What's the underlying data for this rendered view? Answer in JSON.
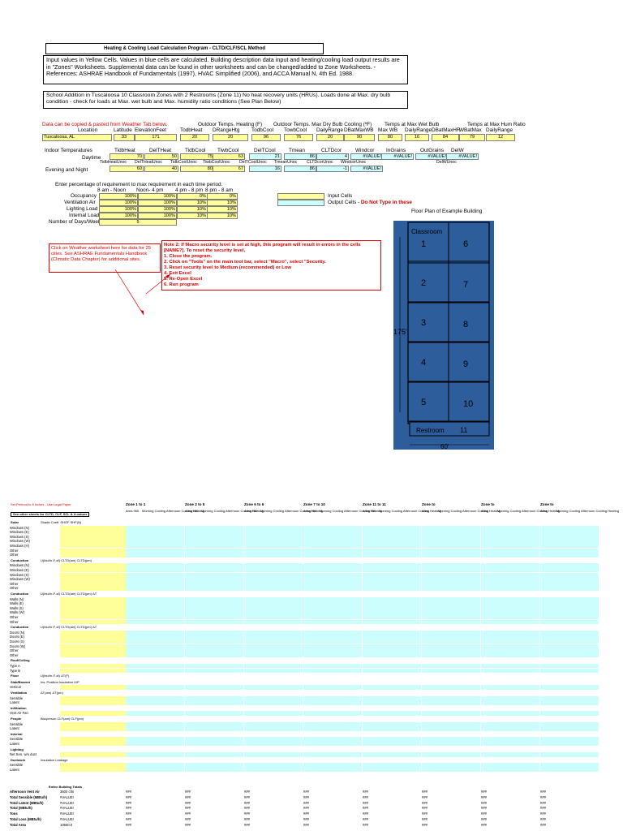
{
  "header": {
    "title": "Heating & Cooling Load Calculation Program - CLTD/CLF/SCL Method",
    "intro": "Input values in Yellow Cells. Values in blue cells are calculated. Building description data input and heating/cooling load output results are in \"Zones\" Worksheets. Supplemental data can be found in other worksheets and can be changed/added to Zone Worksheets. - References: ASHRAE Handbook of Fundamentals (1997), HVAC Simplified (2006), and ACCA Manual N, 4th Ed. 1988.",
    "description": "School Addition in Tuscaloosa 10 Classroom Zones with 2 Restrooms (Zone 11) No heat recovery units (HRUs). Loads done at Max. dry bulb condition - check for loads at Max. wet bulb and Max. humidity ratio conditions (See Plan Below)"
  },
  "weather": {
    "note": "Data can be copied & pasted from Weather Tab below.",
    "outdoor_temps": "Outdoor Temps. Heating (F)",
    "outdoor_max": "Outdoor Temps. Max Dry Bulb Cooling (ºF)",
    "max_wet_bulb": "Temps at Max Wet Bulb",
    "max_hum": "Temps at Max Hum Ratio",
    "columns": [
      "Location",
      "Latitude",
      "ElevationFeet",
      "TodbHeat",
      "DRangeHtg",
      "TodbCool",
      "TowbCool",
      "DailyRange",
      "DBatMaxWB",
      "Max WB",
      "DailyRange",
      "DBatMaxHR",
      "WBatMax",
      "DailyRange"
    ],
    "values": [
      "Tuscaloosa, AL",
      "33",
      "171",
      "20",
      "20",
      "96",
      "76",
      "20",
      "90",
      "80",
      "16",
      "84",
      "79",
      "12"
    ]
  },
  "indoor": {
    "label": "Indoor Temperatures",
    "daytime": "Daytime",
    "evening": "Evening and Night",
    "heads1": [
      "TidbHeat",
      "DelTHeat",
      "TidbCool",
      "TiwbCool",
      "DelTCool",
      "Tmean",
      "CLTDcor",
      "Windcor",
      "InGrains",
      "OutGrains",
      "DelW"
    ],
    "heads2": [
      "TidbHeatUnoc",
      "DelTHeatUnoc",
      "TidbCoolUnoc",
      "TiwbCoolUnoc",
      "DelTCoolUnoc",
      "TmeanUnoc",
      "CLTDcorUnoc",
      "WindcorUnoc",
      "",
      "",
      "DelWUnoc"
    ],
    "day_values": [
      "70",
      "50",
      "75",
      "63",
      "21",
      "86",
      "4",
      "#VALUE!",
      "#VALUE!",
      "#VALUE!",
      "#VALUE!"
    ],
    "night_values": [
      "60",
      "40",
      "80",
      "67",
      "16",
      "86",
      "-1",
      "#VALUE!",
      "",
      "",
      ""
    ]
  },
  "schedule": {
    "prompt": "Enter percentage of requirement to max requirement in each time period.",
    "periods": [
      "8 am - Noon",
      "Noon- 4 pm",
      "4 pm - 8 pm",
      "8 pm - 8 am"
    ],
    "rows": [
      {
        "label": "Occupancy",
        "v": [
          "100%",
          "100%",
          "0%",
          "0%"
        ]
      },
      {
        "label": "Ventilation Air",
        "v": [
          "100%",
          "100%",
          "10%",
          "10%"
        ]
      },
      {
        "label": "Lighting Load",
        "v": [
          "100%",
          "100%",
          "10%",
          "10%"
        ]
      },
      {
        "label": "Internal Load",
        "v": [
          "100%",
          "100%",
          "10%",
          "10%"
        ]
      }
    ],
    "days_label": "Number of Days/Week Occupied",
    "days_value": "5"
  },
  "legend": {
    "input": "Input Cells",
    "output": "Output Cells - ",
    "output_warn": "Do Not Type in these"
  },
  "notes": {
    "weather_note": "Click on Weather worksheet here for data for 25 cities. See ASHRAE Fundamentals Handbook (Climatic Data Chapter) for additional sites.",
    "macro_title": "Note 2: If Macro security level is set at high, this program will result in errors in the cells [NAME?]. To reset the security level,",
    "macro_steps": [
      "1. Close the program.",
      "2. Click on \"Tools\" on the main tool bar, select \"Macro\", select \"Security.",
      "3. Reset security level to Medium (recommended) or Low",
      "4. Exit Excel",
      "5. Re-Open Excel",
      "6. Run program"
    ]
  },
  "floorplan": {
    "title": "Floor Plan of Example Building",
    "rooms_left": [
      "Classroom 1",
      "2",
      "3",
      "4",
      "5"
    ],
    "rooms_right": [
      "6",
      "7",
      "8",
      "9",
      "10"
    ],
    "restroom": "Restroom",
    "restroom_num": "11",
    "dim_h": "175'",
    "dim_w": "60'",
    "colors": {
      "fill": "#2e5d9c",
      "line": "#000000"
    }
  },
  "zones_table": {
    "warning": "Set Printout to 8 inches - Use Legal Paper",
    "see_other": "See other sheets for CLTD, CLF, SCL & U-values",
    "zone_heads": [
      {
        "zone": "Zone",
        "from": "1",
        "to": "to",
        "end": "1",
        "area": "960"
      },
      {
        "zone": "Zone",
        "from": "2",
        "to": "to",
        "end": "5",
        "area": "960"
      },
      {
        "zone": "Zone",
        "from": "6",
        "to": "to",
        "end": "6",
        "area": "960"
      },
      {
        "zone": "Zone",
        "from": "7",
        "to": "to",
        "end": "10",
        "area": "960"
      },
      {
        "zone": "Zone",
        "from": "11",
        "to": "to",
        "end": "11",
        "area": "960"
      },
      {
        "zone": "Zone",
        "from": "",
        "to": "to",
        "end": "",
        "area": ""
      },
      {
        "zone": "Zone",
        "from": "",
        "to": "to",
        "end": "",
        "area": ""
      },
      {
        "zone": "Zone",
        "from": "",
        "to": "to",
        "end": "",
        "area": ""
      }
    ],
    "sub_heads": [
      "Area",
      "Morning Cooling",
      "Afternoon Cooling",
      "Heating"
    ],
    "sections": [
      {
        "name": "Solar",
        "cols": "Shade Coeff.  SHGF  SHF(N)",
        "rows": [
          "Windows (N)",
          "Windows (E)",
          "Windows (S)",
          "Windows (W)",
          "Windows (H)",
          "Other",
          "Other"
        ]
      },
      {
        "name": "Conduction",
        "cols": "U(btu/hr-F-sf)  CLTD(am)  CLTD(pm)",
        "rows": [
          "Windows (N)",
          "Windows (E)",
          "Windows (S)",
          "Windows (W)",
          "Other",
          "Other"
        ]
      },
      {
        "name": "Conduction",
        "cols": "U(btu/hr-F-sf)  CLTD(am)  CLTD(pm)  ΔT",
        "rows": [
          "Walls (N)",
          "Walls (E)",
          "Walls (S)",
          "Walls (W)",
          "Other",
          "Other"
        ]
      },
      {
        "name": "Conduction",
        "cols": "U(btu/hr-F-sf)  CLTD(am)  CLTD(pm)  ΔT",
        "rows": [
          "Doors (N)",
          "Doors (E)",
          "Doors (S)",
          "Doors (W)",
          "Other",
          "Other"
        ]
      },
      {
        "name": "Roof/Ceiling",
        "cols": "",
        "rows": [
          "Type A",
          "Type B"
        ]
      },
      {
        "name": "Floor",
        "cols": "U(btu/hr-F-sf)  ΔT(F)",
        "rows": []
      },
      {
        "name": "Slab/Basemt",
        "cols": "Ins. Position  Insulation  U/P",
        "rows": [
          "Vertical"
        ]
      },
      {
        "name": "Ventilation",
        "cols": "ΔT(am)  ΔT(pm)",
        "rows": [
          "Sensible",
          "Latent"
        ]
      },
      {
        "name": "Infiltration",
        "cols": "",
        "rows": [
          "Vent Air Fan"
        ]
      },
      {
        "name": "People",
        "cols": "Btu/person  CLF(am)  CLF(pm)",
        "rows": [
          "Sensible",
          "Latent"
        ]
      },
      {
        "name": "Internal",
        "cols": "",
        "rows": [
          "Sensible",
          "Latent"
        ]
      },
      {
        "name": "Lighting",
        "cols": "",
        "rows": [
          "Net Sen. w/o duct"
        ]
      },
      {
        "name": "Ductwork",
        "cols": "Insulation  Leakage",
        "rows": [
          "Sensible",
          "Latent"
        ]
      }
    ],
    "totals_label": "Entire Building Totals",
    "total_rows": [
      "Afternoon Vent Air",
      "Total Sensible (MBtu/h)",
      "Total Latent (MBtu/h)",
      "Total (MBtu/h)",
      "Tons",
      "Total Loss (MBtu/h)",
      "Total Area"
    ],
    "total_area": "10560.0",
    "vent_value": "3600 cfm",
    "value_err": "#VALUE!",
    "hash": "###"
  }
}
